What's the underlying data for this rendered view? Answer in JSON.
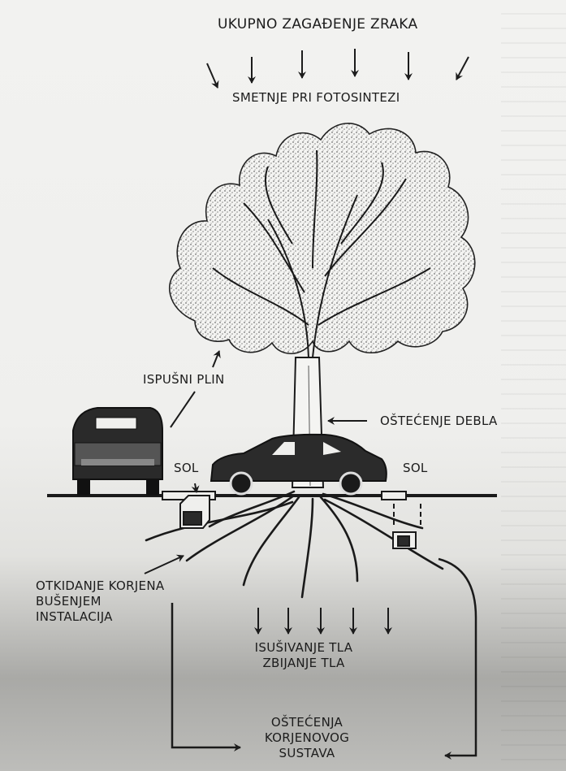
{
  "labels": {
    "air_pollution": "UKUPNO ZAGAĐENJE ZRAKA",
    "photosynthesis": "SMETNJE PRI FOTOSINTEZI",
    "exhaust": "ISPUŠNI PLIN",
    "trunk_damage": "OŠTEĆENJE DEBLA",
    "salt_left": "SOL",
    "salt_right": "SOL",
    "root_tearing": [
      "OTKIDANJE KORJENA",
      "BUŠENJEM",
      "INSTALACIJA"
    ],
    "soil": [
      "ISUŠIVANJE TLA",
      "ZBIJANJE TLA"
    ],
    "root_damage": [
      "OŠTEĆENJA",
      "KORJENOVOG",
      "SUSTAVA"
    ]
  },
  "colors": {
    "ink": "#1c1c1c",
    "paper": "#efefed"
  },
  "icons": [
    "tree",
    "van",
    "car",
    "pipe",
    "arrow"
  ]
}
